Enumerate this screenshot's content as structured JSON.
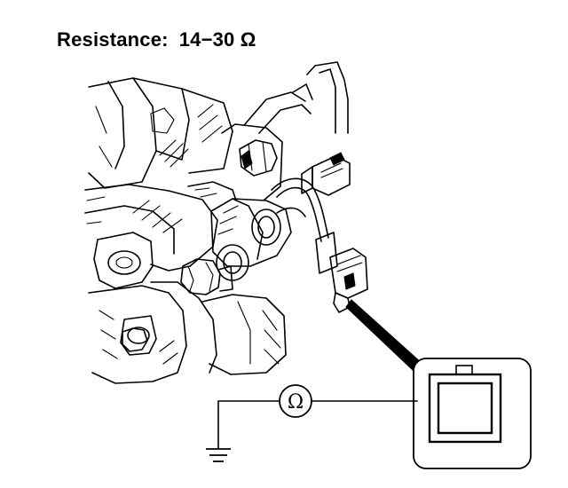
{
  "title": {
    "label": "Resistance:",
    "value": "14−30 Ω"
  },
  "meter": {
    "symbol": "Ω"
  }
}
